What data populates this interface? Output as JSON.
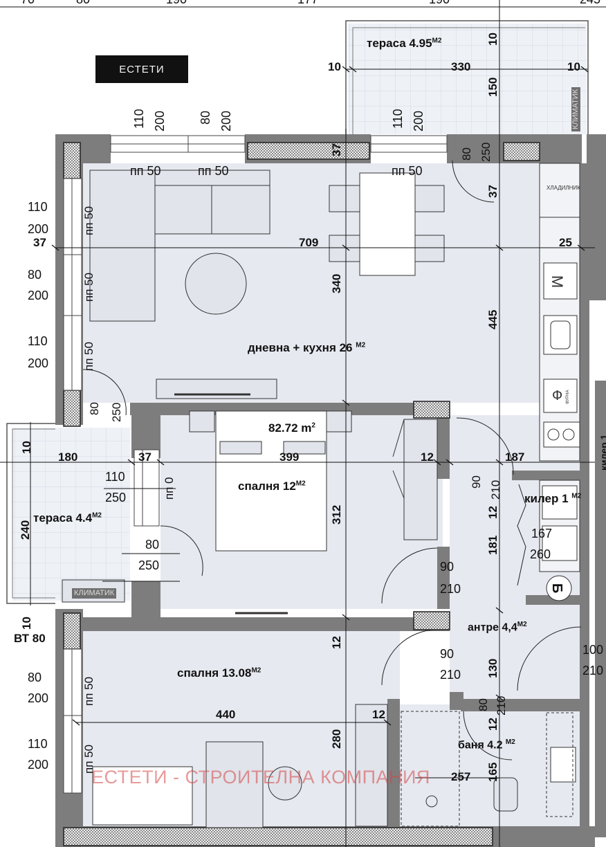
{
  "top_dims": [
    "70",
    "80",
    "190",
    "177",
    "190",
    "245"
  ],
  "logo_text": "ЕСТЕТИ",
  "rooms": {
    "terrace_top": "тераса 4.95",
    "living": "дневна + кухня 26",
    "bedroom1": "спалня 12",
    "terrace_left": "тераса 4.4",
    "bedroom2": "спалня 13.08",
    "storage": "килер 1",
    "hall": "антре 4,4",
    "bath": "баня 4.2",
    "area_sup": "M2",
    "total_area": "82.72 m",
    "total_sup": "2"
  },
  "dims": {
    "d10a": "10",
    "d330": "330",
    "d10b": "10",
    "d150": "150",
    "d10c": "10",
    "w1_a": "110",
    "w1_b": "200",
    "w2_a": "80",
    "w2_b": "200",
    "w3_a": "110",
    "w3_b": "200",
    "d37_top": "37",
    "d80_door": "80",
    "d250_door": "250",
    "d37_right": "37",
    "pp50_a": "пп 50",
    "pp50_b": "пп 50",
    "pp50_c": "пп 50",
    "lw1_a": "110",
    "lw1_b": "200",
    "lw2_a": "80",
    "lw2_b": "200",
    "lw3_a": "110",
    "lw3_b": "200",
    "pp50_v1": "пп 50",
    "pp50_v2": "пп 50",
    "pp50_v3": "пп 50",
    "d37_left": "37",
    "d709": "709",
    "d25": "25",
    "d340": "340",
    "d445": "445",
    "d80_ld": "80",
    "d250_ld": "250",
    "d10_tl": "10",
    "d180": "180",
    "d37_mid": "37",
    "d399": "399",
    "d12_mid": "12",
    "d187": "187",
    "bw_110": "110",
    "bw_250": "250",
    "pp0": "пп 0",
    "d240": "240",
    "d312": "312",
    "dr80": "80",
    "dr250": "250",
    "d90_k": "90",
    "d210_k": "210",
    "d12_k": "12",
    "d181": "181",
    "d167": "167",
    "d260": "260",
    "d90_a": "90",
    "d210_a": "210",
    "d10_bl": "10",
    "bt80": "ВТ 80",
    "d12_b2": "12",
    "d90_b": "90",
    "d210_b": "210",
    "d130": "130",
    "d100": "100",
    "d210_h": "210",
    "b2w1_a": "80",
    "b2w1_b": "200",
    "b2w2_a": "110",
    "b2w2_b": "200",
    "pp50_v4": "пп 50",
    "pp50_v5": "пп 50",
    "d440": "440",
    "d12_c": "12",
    "d280": "280",
    "d80_bath": "80",
    "d210_bath": "210",
    "d12_bath": "12",
    "d257": "257",
    "d165": "165"
  },
  "labels": {
    "klimatik_top": "КЛИМАТИК",
    "klimatik_left": "КЛИМАТИК",
    "fridge": "ХЛАДИЛНИК",
    "m": "M",
    "f": "Ф",
    "furna": "ФУРНА",
    "b": "Б",
    "vertical_cut": "килер 1"
  },
  "watermark": "ЕСТЕТИ - СТРОИТЕЛНА КОМПАНИЯ",
  "colors": {
    "wall": "#7d7d7d",
    "floor": "#e7eaf1",
    "terrace": "#eaedf2",
    "dimline": "#111111",
    "watermark": "#d64646"
  }
}
